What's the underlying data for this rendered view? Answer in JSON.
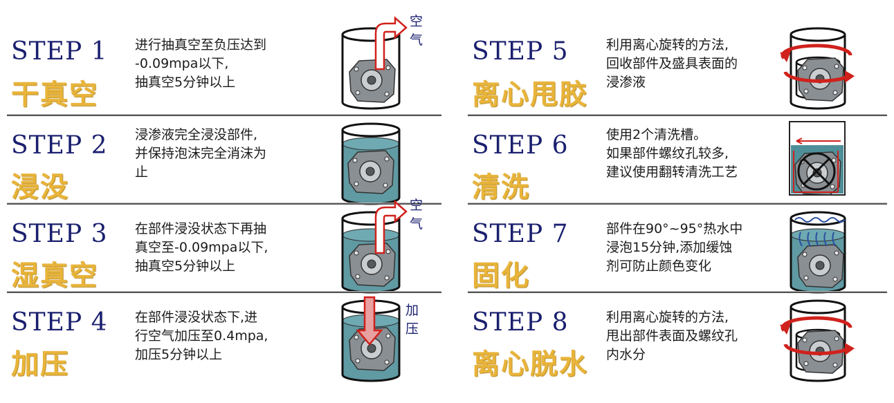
{
  "steps": [
    {
      "label": "STEP 1",
      "title": "干真空",
      "desc": "进行抽真空至负压达到\n-0.09mpa以下,\n抽真空5分钟以上",
      "figure_label": "空气",
      "figure": "vacuum-dry"
    },
    {
      "label": "STEP 2",
      "title": "浸没",
      "desc": "浸渗液完全浸没部件,\n并保持泡沫完全消沫为\n止",
      "figure_label": "",
      "figure": "immersed"
    },
    {
      "label": "STEP 3",
      "title": "湿真空",
      "desc": "在部件浸没状态下再抽\n真空至-0.09mpa以下,\n抽真空5分钟以上",
      "figure_label": "空气",
      "figure": "vacuum-wet"
    },
    {
      "label": "STEP 4",
      "title": "加压",
      "desc": "在部件浸没状态下,进\n行空气加压至0.4mpa,\n加压5分钟以上",
      "figure_label": "加压",
      "figure": "pressurize"
    },
    {
      "label": "STEP 5",
      "title": "离心甩胶",
      "desc": "利用离心旋转的方法,\n回收部件及盛具表面的\n浸渗液",
      "figure_label": "",
      "figure": "spin"
    },
    {
      "label": "STEP 6",
      "title": "清洗",
      "desc": "使用2个清洗槽。\n如果部件螺纹孔较多,\n建议使用翻转清洗工艺",
      "figure_label": "",
      "figure": "wash"
    },
    {
      "label": "STEP 7",
      "title": "固化",
      "desc": "部件在90°~95°热水中\n浸泡15分钟,添加缓蚀\n剂可防止颜色变化",
      "figure_label": "",
      "figure": "cure"
    },
    {
      "label": "STEP 8",
      "title": "离心脱水",
      "desc": "利用离心旋转的方法,\n甩出部件表面及螺纹孔\n内水分",
      "figure_label": "",
      "figure": "spin"
    }
  ],
  "colors": {
    "step_label": "#1a1f6e",
    "title": "#e8b43a",
    "liquid": "#4f8f99",
    "arrow_red": "#d0211c",
    "divider": "#555555"
  }
}
